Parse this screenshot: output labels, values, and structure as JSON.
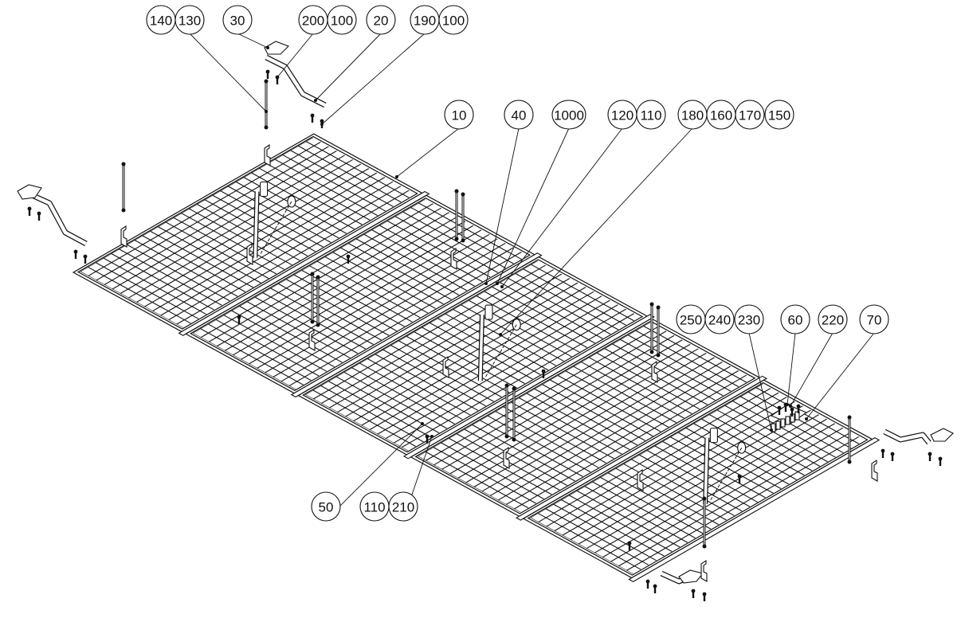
{
  "drawing": {
    "title": "Isometric exploded assembly – mesh floor panels",
    "balloons": [
      {
        "label": "140",
        "group": "g1",
        "target": "rod-upper"
      },
      {
        "label": "130",
        "group": "g1",
        "target": "rod-upper"
      },
      {
        "label": "30",
        "group": "g2",
        "target": "foot-plate-top"
      },
      {
        "label": "200",
        "group": "g3",
        "target": "washer-top"
      },
      {
        "label": "100",
        "group": "g3",
        "target": "washer-top"
      },
      {
        "label": "20",
        "group": "g4",
        "target": "bracket-arm-top"
      },
      {
        "label": "190",
        "group": "g5",
        "target": "bolt-top"
      },
      {
        "label": "100",
        "group": "g5",
        "target": "bolt-top"
      },
      {
        "label": "10",
        "group": "g6",
        "target": "panel-frame"
      },
      {
        "label": "40",
        "group": "g7",
        "target": "strut"
      },
      {
        "label": "1000",
        "group": "g8",
        "target": "hinge-block"
      },
      {
        "label": "120",
        "group": "g9",
        "target": "hinge-bolt"
      },
      {
        "label": "110",
        "group": "g9",
        "target": "hinge-bolt"
      },
      {
        "label": "180",
        "group": "g10",
        "target": "cable-clip"
      },
      {
        "label": "160",
        "group": "g10",
        "target": "cable-clip"
      },
      {
        "label": "170",
        "group": "g10",
        "target": "cable-clip"
      },
      {
        "label": "150",
        "group": "g10",
        "target": "cable-clip"
      },
      {
        "label": "250",
        "group": "g11",
        "target": "plate-bolt"
      },
      {
        "label": "240",
        "group": "g11",
        "target": "plate-bolt"
      },
      {
        "label": "230",
        "group": "g11",
        "target": "plate-bolt"
      },
      {
        "label": "60",
        "group": "g12",
        "target": "joint-plate"
      },
      {
        "label": "220",
        "group": "g13",
        "target": "joint-plate-nut"
      },
      {
        "label": "70",
        "group": "g14",
        "target": "clamp-row"
      },
      {
        "label": "50",
        "group": "g15",
        "target": "panel-pin"
      },
      {
        "label": "110",
        "group": "g16",
        "target": "pin-bolt"
      },
      {
        "label": "210",
        "group": "g16",
        "target": "pin-bolt"
      }
    ],
    "panel_count": 5
  }
}
